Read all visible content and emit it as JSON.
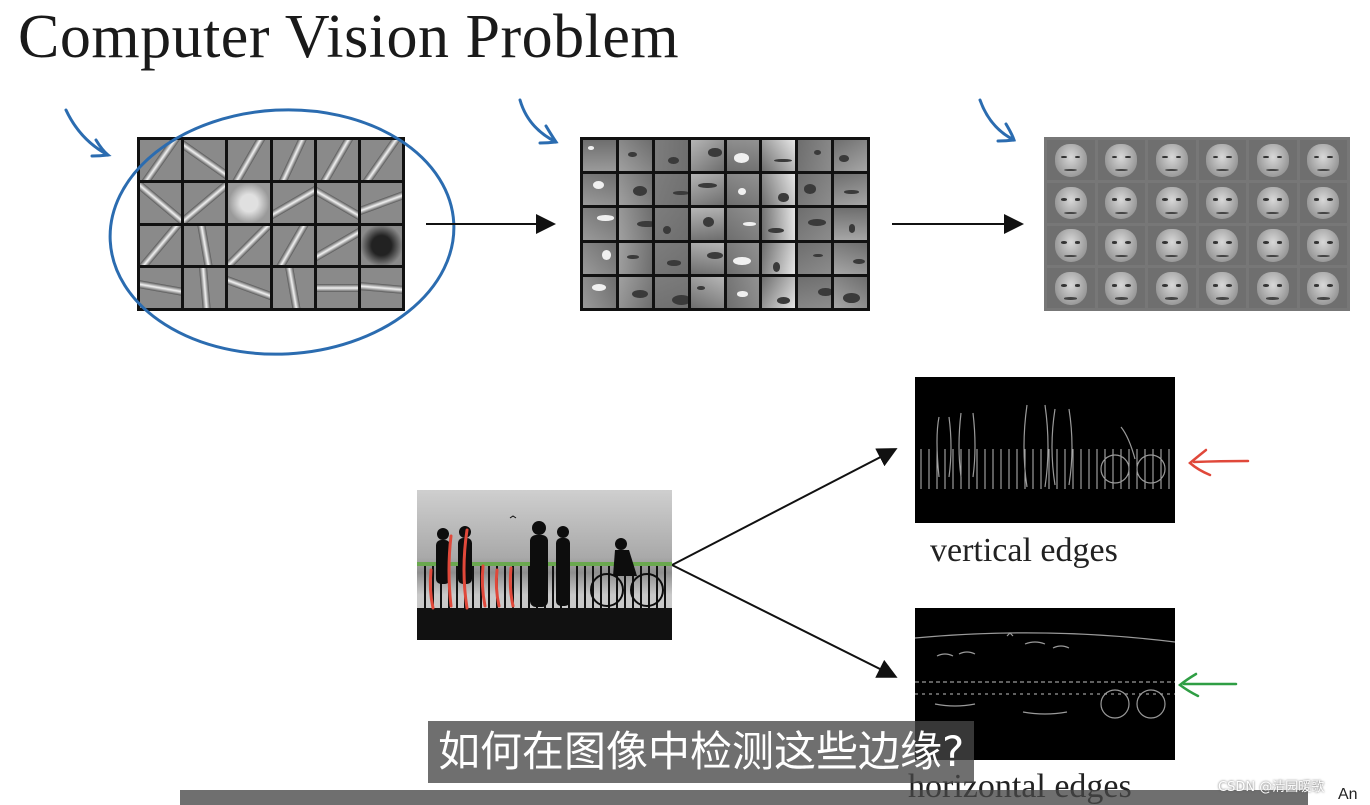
{
  "slide": {
    "title": "Computer Vision Problem",
    "vertical_caption": "vertical edges",
    "horizontal_caption": "horizontal edges"
  },
  "subtitle": {
    "text": "如何在图像中检测这些边缘?"
  },
  "overlay": {
    "corner_text": "An",
    "watermark": "CSDN @清园暖歌"
  },
  "colors": {
    "annotation_blue": "#2b6cb0",
    "annotation_red": "#e0483a",
    "annotation_green": "#2f9e44"
  }
}
